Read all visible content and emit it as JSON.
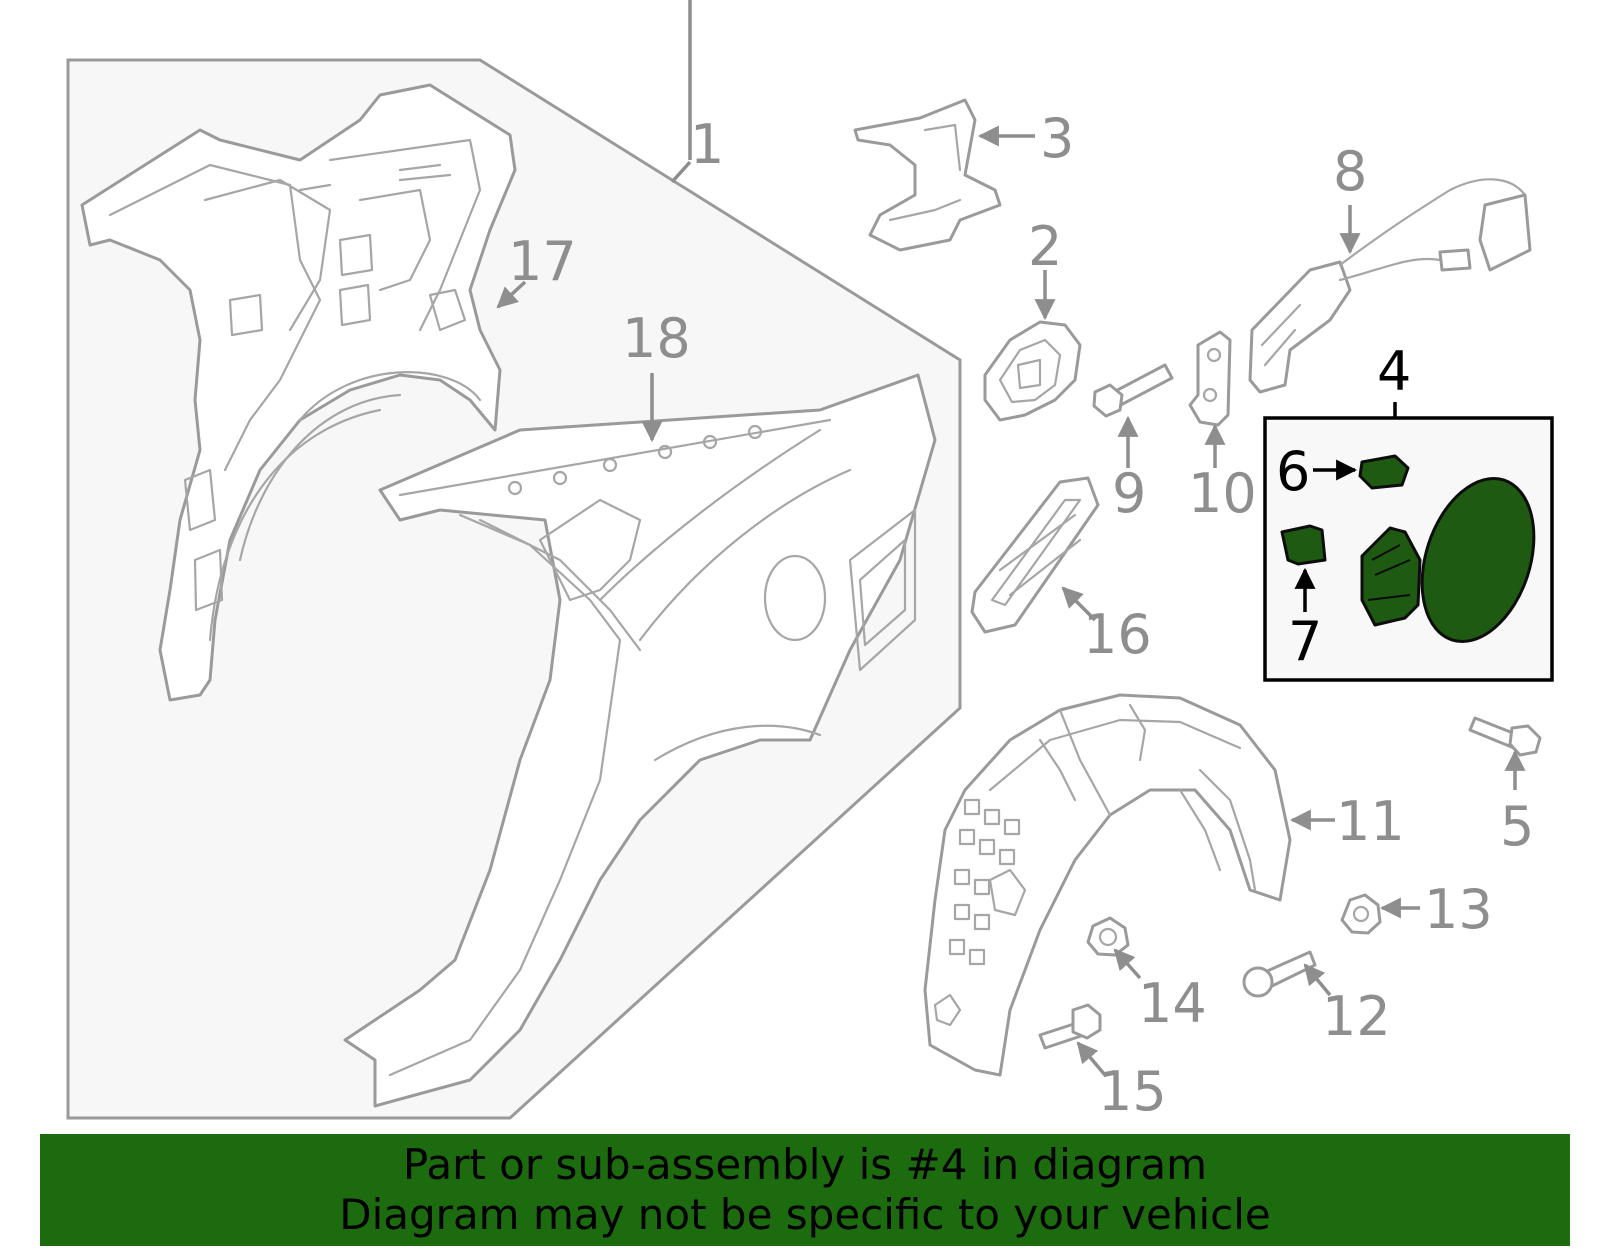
{
  "callouts": {
    "c1": "1",
    "c2": "2",
    "c3": "3",
    "c4": "4",
    "c5": "5",
    "c6": "6",
    "c7": "7",
    "c8": "8",
    "c9": "9",
    "c10": "10",
    "c11": "11",
    "c12": "12",
    "c13": "13",
    "c14": "14",
    "c15": "15",
    "c16": "16",
    "c17": "17",
    "c18": "18"
  },
  "banner": {
    "line1": "Part or sub-assembly is #4 in diagram",
    "line2": "Diagram may not be specific to your vehicle"
  },
  "colors": {
    "highlight_part": "#1e5a12",
    "banner_bg": "#1d6b0f",
    "line_gray": "#9a9a9a"
  }
}
